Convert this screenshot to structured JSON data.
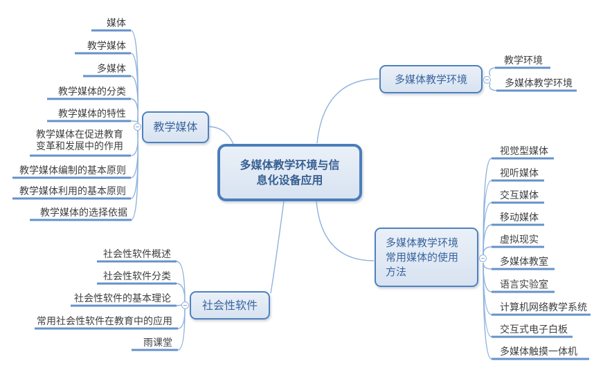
{
  "root": {
    "label": "多媒体教学环境与信息化设备应用"
  },
  "branches": [
    {
      "label": "教学媒体",
      "children": [
        "媒体",
        "教学媒体",
        "多媒体",
        "教学媒体的分类",
        "教学媒体的特性",
        "教学媒体在促进教育变革和发展中的作用",
        "教学媒体编制的基本原则",
        "教学媒体利用的基本原则",
        "教学媒体的选择依据"
      ]
    },
    {
      "label": "多媒体教学环境",
      "children": [
        "教学环境",
        "多媒体教学环境"
      ]
    },
    {
      "label": "多媒体教学环境常用媒体的使用方法",
      "children": [
        "视觉型媒体",
        "视听媒体",
        "交互媒体",
        "移动媒体",
        "虚拟现实",
        "多媒体教室",
        "语言实验室",
        "计算机网络教学系统",
        "交互式电子白板",
        "多媒体触摸一体机"
      ]
    },
    {
      "label": "社会性软件",
      "children": [
        "社会性软件概述",
        "社会性软件分类",
        "社会性软件的基本理论",
        "常用社会性软件在教育中的应用",
        "雨课堂"
      ]
    }
  ],
  "colors": {
    "node_border": "#4e81bd",
    "node_fill": "#dce6f2",
    "node_text": "#38649e",
    "central_text": "#365f91",
    "leaf_text": "#3f3f3f",
    "underline": "#6591c9",
    "curve": "#8fb3dd"
  }
}
